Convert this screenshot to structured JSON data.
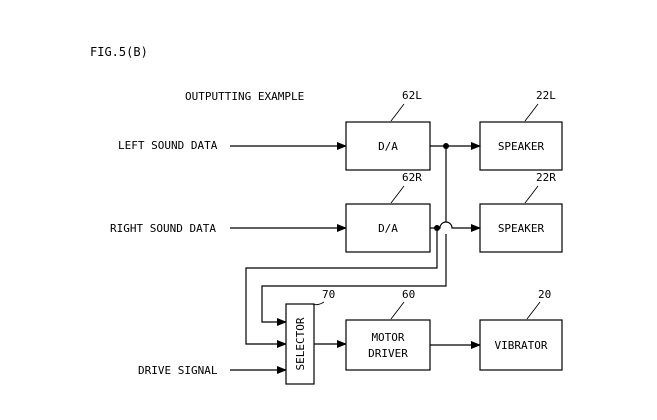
{
  "figure": {
    "title": "FIG.5(B)",
    "subtitle": "OUTPUTTING EXAMPLE"
  },
  "inputs": {
    "left": "LEFT SOUND DATA",
    "right": "RIGHT SOUND DATA",
    "drive": "DRIVE SIGNAL"
  },
  "blocks": {
    "da_left": {
      "label": "D/A",
      "ref": "62L"
    },
    "da_right": {
      "label": "D/A",
      "ref": "62R"
    },
    "speaker_left": {
      "label": "SPEAKER",
      "ref": "22L"
    },
    "speaker_right": {
      "label": "SPEAKER",
      "ref": "22R"
    },
    "selector": {
      "label": "SELECTOR",
      "ref": "70"
    },
    "motor_driver": {
      "line1": "MOTOR",
      "line2": "DRIVER",
      "ref": "60"
    },
    "vibrator": {
      "label": "VIBRATOR",
      "ref": "20"
    }
  }
}
